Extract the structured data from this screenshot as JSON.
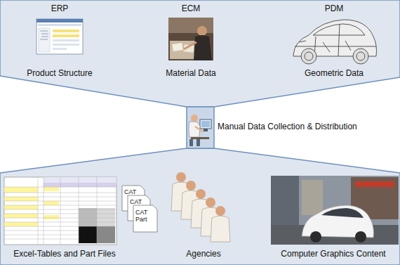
{
  "diagram": {
    "nodes": [
      {
        "text": [
          "ERP",
          "Product Structure"
        ]
      },
      {
        "text": [
          "ECM",
          "Material Data"
        ]
      },
      {
        "text": [
          "PDM",
          "Geometric Data"
        ]
      },
      {
        "text": [
          "Manual Data Collection & Distribution"
        ]
      },
      {
        "text": [
          "Excel-Tables and Part Files"
        ]
      },
      {
        "text": [
          "Agencies"
        ]
      },
      {
        "text": [
          "Computer Graphics Content"
        ]
      }
    ],
    "labels": [
      "CAT",
      "CAT",
      "CAT Part"
    ]
  }
}
